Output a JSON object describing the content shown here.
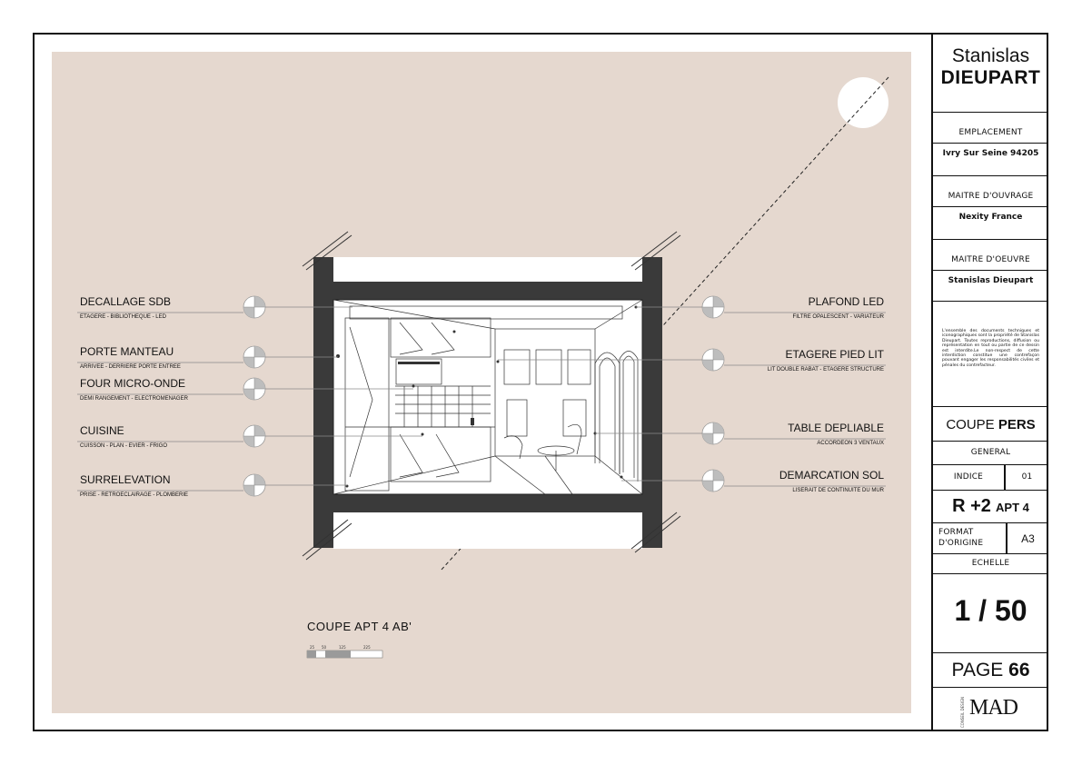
{
  "architect": {
    "first_name": "Stanislas",
    "last_name": "DIEUPART"
  },
  "emplacement": {
    "label": "EMPLACEMENT",
    "value": "Ivry Sur Seine 94205"
  },
  "maitre_ouvrage": {
    "label": "MAITRE D'OUVRAGE",
    "value": "Nexity France"
  },
  "maitre_oeuvre": {
    "label": "MAITRE D'OEUVRE",
    "value": "Stanislas Dieupart"
  },
  "legal_notice": "L'ensemble des documents techniques et iconographiques sont la propriété de Stanislas Dieupart. Toutes reproductions, diffusion ou représentation en tout ou partie de ce dessin est interdite.Le non-respect de cette interdiction constitue une contrefaçon pouvant engager les responsabilités civiles et pénales du contrefacteur.",
  "sheet_type": {
    "normal": "COUPE ",
    "bold": "PERS"
  },
  "phase": "GENERAL",
  "indice": {
    "label": "INDICE",
    "value": "01"
  },
  "level": {
    "big": "R  +2",
    "small": "APT 4"
  },
  "format": {
    "label_line1": "FORMAT",
    "label_line2": "D'ORIGINE",
    "value": "A3"
  },
  "echelle": {
    "label": "ECHELLE",
    "value": "1 / 50"
  },
  "page": {
    "normal": "PAGE ",
    "bold": "66"
  },
  "logo": {
    "text": "MAD",
    "side_text": "CONSEIL DESIGN"
  },
  "drawing_caption": "COUPE APT 4 AB'",
  "scale_bar": [
    "25",
    "50",
    "125",
    "225"
  ],
  "callouts_left": [
    {
      "title": "DECALLAGE SDB",
      "sub": "ETAGERE - BIBLIOTHEQUE - LED"
    },
    {
      "title": "PORTE MANTEAU",
      "sub": "ARRIVEE - DERRIERE PORTE ENTREE"
    },
    {
      "title": "FOUR MICRO-ONDE",
      "sub": "DEMI RANGEMENT - ELECTROMENAGER"
    },
    {
      "title": "CUISINE",
      "sub": "CUISSON - PLAN - EVIER - FRIGO"
    },
    {
      "title": "SURRELEVATION",
      "sub": "PRISE - RETROECLAIRAGE - PLOMBERIE"
    }
  ],
  "callouts_right": [
    {
      "title": "PLAFOND LED",
      "sub": "FILTRE OPALESCENT - VARIATEUR"
    },
    {
      "title": "ETAGERE PIED LIT",
      "sub": "LIT DOUBLE RABAT - ETAGERE STRUCTURE"
    },
    {
      "title": "TABLE DEPLIABLE",
      "sub": "ACCORDEON 3 VENTAUX"
    },
    {
      "title": "DEMARCATION SOL",
      "sub": "LISERAIT DE CONTINUITE DU MUR"
    }
  ]
}
